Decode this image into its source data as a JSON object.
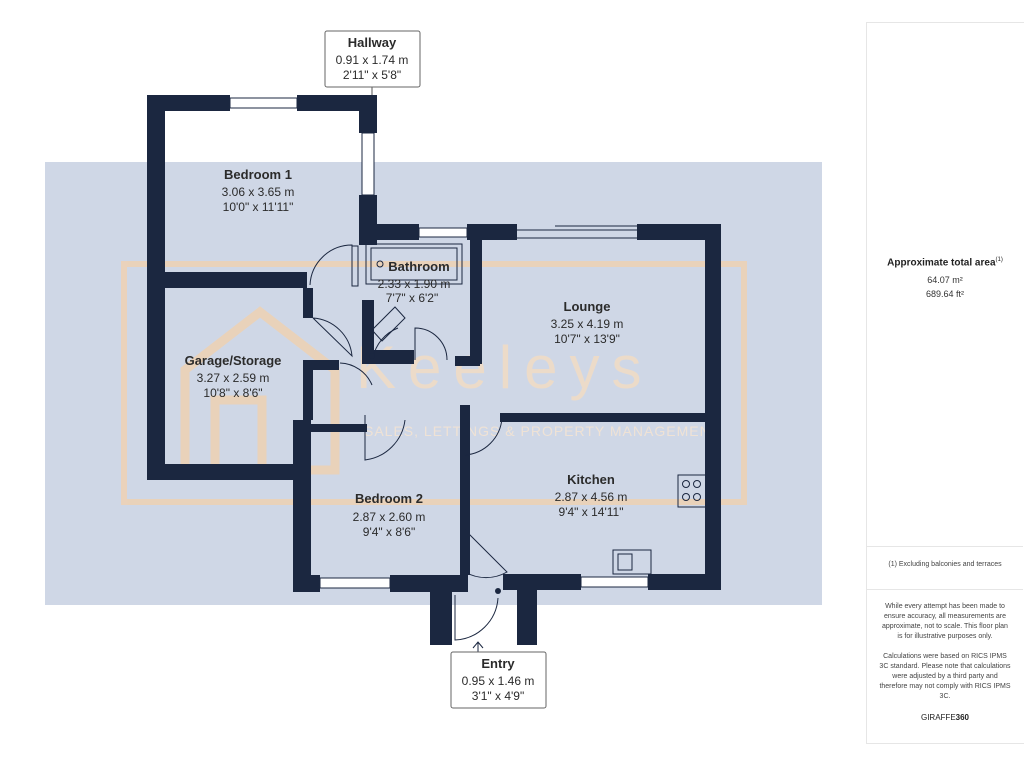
{
  "colors": {
    "wall": "#1b2740",
    "shading": "#cfd7e6",
    "watermark": "#e9c8a8",
    "text": "#2b2b2b"
  },
  "rooms": [
    {
      "name": "Hallway",
      "metric": "0.91 x 1.74 m",
      "imperial": "2'11\" x 5'8\""
    },
    {
      "name": "Bedroom 1",
      "metric": "3.06 x 3.65 m",
      "imperial": "10'0\" x 11'11\""
    },
    {
      "name": "Bathroom",
      "metric": "2.33 x 1.90 m",
      "imperial": "7'7\" x 6'2\""
    },
    {
      "name": "Lounge",
      "metric": "3.25 x 4.19 m",
      "imperial": "10'7\" x 13'9\""
    },
    {
      "name": "Garage/Storage",
      "metric": "3.27 x 2.59 m",
      "imperial": "10'8\" x 8'6\""
    },
    {
      "name": "Kitchen",
      "metric": "2.87 x 4.56 m",
      "imperial": "9'4\" x 14'11\""
    },
    {
      "name": "Bedroom 2",
      "metric": "2.87 x 2.60 m",
      "imperial": "9'4\" x 8'6\""
    },
    {
      "name": "Entry",
      "metric": "0.95 x 1.46 m",
      "imperial": "3'1\" x 4'9\""
    }
  ],
  "watermark": {
    "brand": "Keeleys",
    "tagline": "SALES, LETTINGS & PROPERTY MANAGEMENT"
  },
  "sidebar": {
    "area_title": "Approximate total area",
    "area_note_marker": "(1)",
    "area_m2": "64.07 m²",
    "area_ft2": "689.64 ft²",
    "footnote": "(1) Excluding balconies and terraces",
    "disclaimer_1": "While every attempt has been made to ensure accuracy, all measurements are approximate, not to scale. This floor plan is for illustrative purposes only.",
    "disclaimer_2": "Calculations were based on RICS IPMS 3C standard. Please note that calculations were adjusted by a third party and therefore may not comply with RICS IPMS 3C.",
    "brand_main": "GIRAFFE",
    "brand_num": "360"
  }
}
